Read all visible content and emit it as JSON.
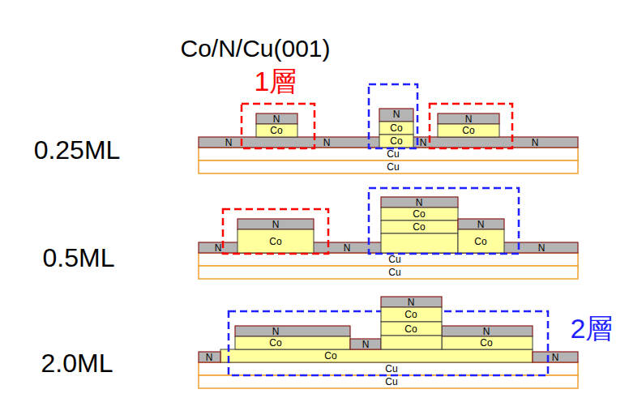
{
  "diagram": {
    "title": "Co/N/Cu(001)",
    "labels": [
      "1層",
      "0.25ML",
      "N",
      "N",
      "N",
      "Co",
      "Co",
      "Co",
      "Co",
      "N",
      "N",
      "N",
      "N",
      "Cu",
      "Cu",
      "0.5ML",
      "N",
      "Co",
      "N",
      "N",
      "Co",
      "Co",
      "Co",
      "N",
      "N",
      "N",
      "Cu",
      "Cu",
      "N",
      "Co",
      "2層",
      "2.0ML",
      "Co",
      "N",
      "N",
      "Co",
      "Co",
      "N",
      "Co",
      "N",
      "N",
      "Cu",
      "Cu"
    ]
  }
}
